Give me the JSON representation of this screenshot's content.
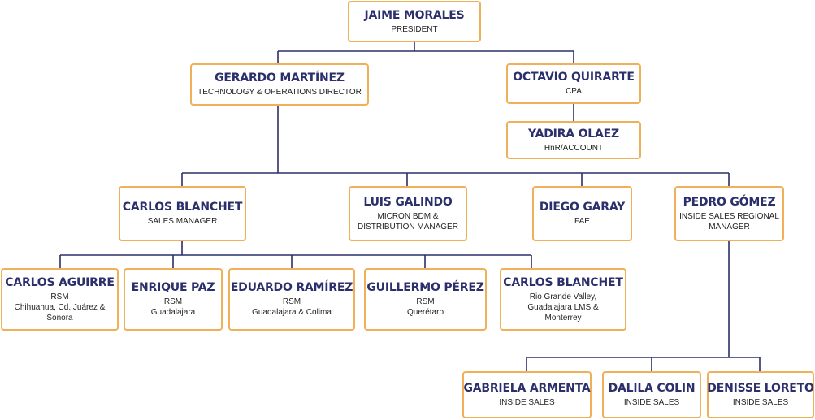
{
  "nodes": {
    "jaime": {
      "name": "JAIME MORALES",
      "role": [
        "PRESIDENT"
      ]
    },
    "gerardo": {
      "name": "GERARDO MARTÍNEZ",
      "role": [
        "TECHNOLOGY & OPERATIONS DIRECTOR"
      ]
    },
    "octavio": {
      "name": "OCTAVIO QUIRARTE",
      "role": [
        "CPA"
      ]
    },
    "yadira": {
      "name": "YADIRA OLAEZ",
      "role": [
        "HnR/ACCOUNT"
      ]
    },
    "carlos_b": {
      "name": "CARLOS BLANCHET",
      "role": [
        "SALES MANAGER"
      ]
    },
    "luis": {
      "name": "LUIS GALINDO",
      "role": [
        "MICRON BDM &",
        "DISTRIBUTION MANAGER"
      ]
    },
    "diego": {
      "name": "DIEGO GARAY",
      "role": [
        "FAE"
      ]
    },
    "pedro": {
      "name": "PEDRO GÓMEZ",
      "role": [
        "INSIDE SALES REGIONAL",
        "MANAGER"
      ]
    },
    "carlos_a": {
      "name": "CARLOS AGUIRRE",
      "role": [
        "RSM",
        "Chihuahua, Cd. Juárez &",
        "Sonora"
      ]
    },
    "enrique": {
      "name": "ENRIQUE PAZ",
      "role": [
        "RSM",
        "Guadalajara"
      ]
    },
    "eduardo": {
      "name": "EDUARDO RAMÍREZ",
      "role": [
        "RSM",
        "Guadalajara & Colima"
      ]
    },
    "guillermo": {
      "name": "GUILLERMO PÉREZ",
      "role": [
        "RSM",
        "Querétaro"
      ]
    },
    "carlos_b2": {
      "name": "CARLOS BLANCHET",
      "role": [
        "Rio Grande Valley,",
        "Guadalajara LMS &",
        "Monterrey"
      ]
    },
    "gabriela": {
      "name": "GABRIELA ARMENTA",
      "role": [
        "INSIDE SALES"
      ]
    },
    "dalila": {
      "name": "DALILA COLIN",
      "role": [
        "INSIDE SALES"
      ]
    },
    "denisse": {
      "name": "DENISSE LORETO",
      "role": [
        "INSIDE SALES"
      ]
    }
  },
  "colors": {
    "border": "#f0b05a",
    "name": "#2b2f6b",
    "line": "#2b2f6b"
  }
}
